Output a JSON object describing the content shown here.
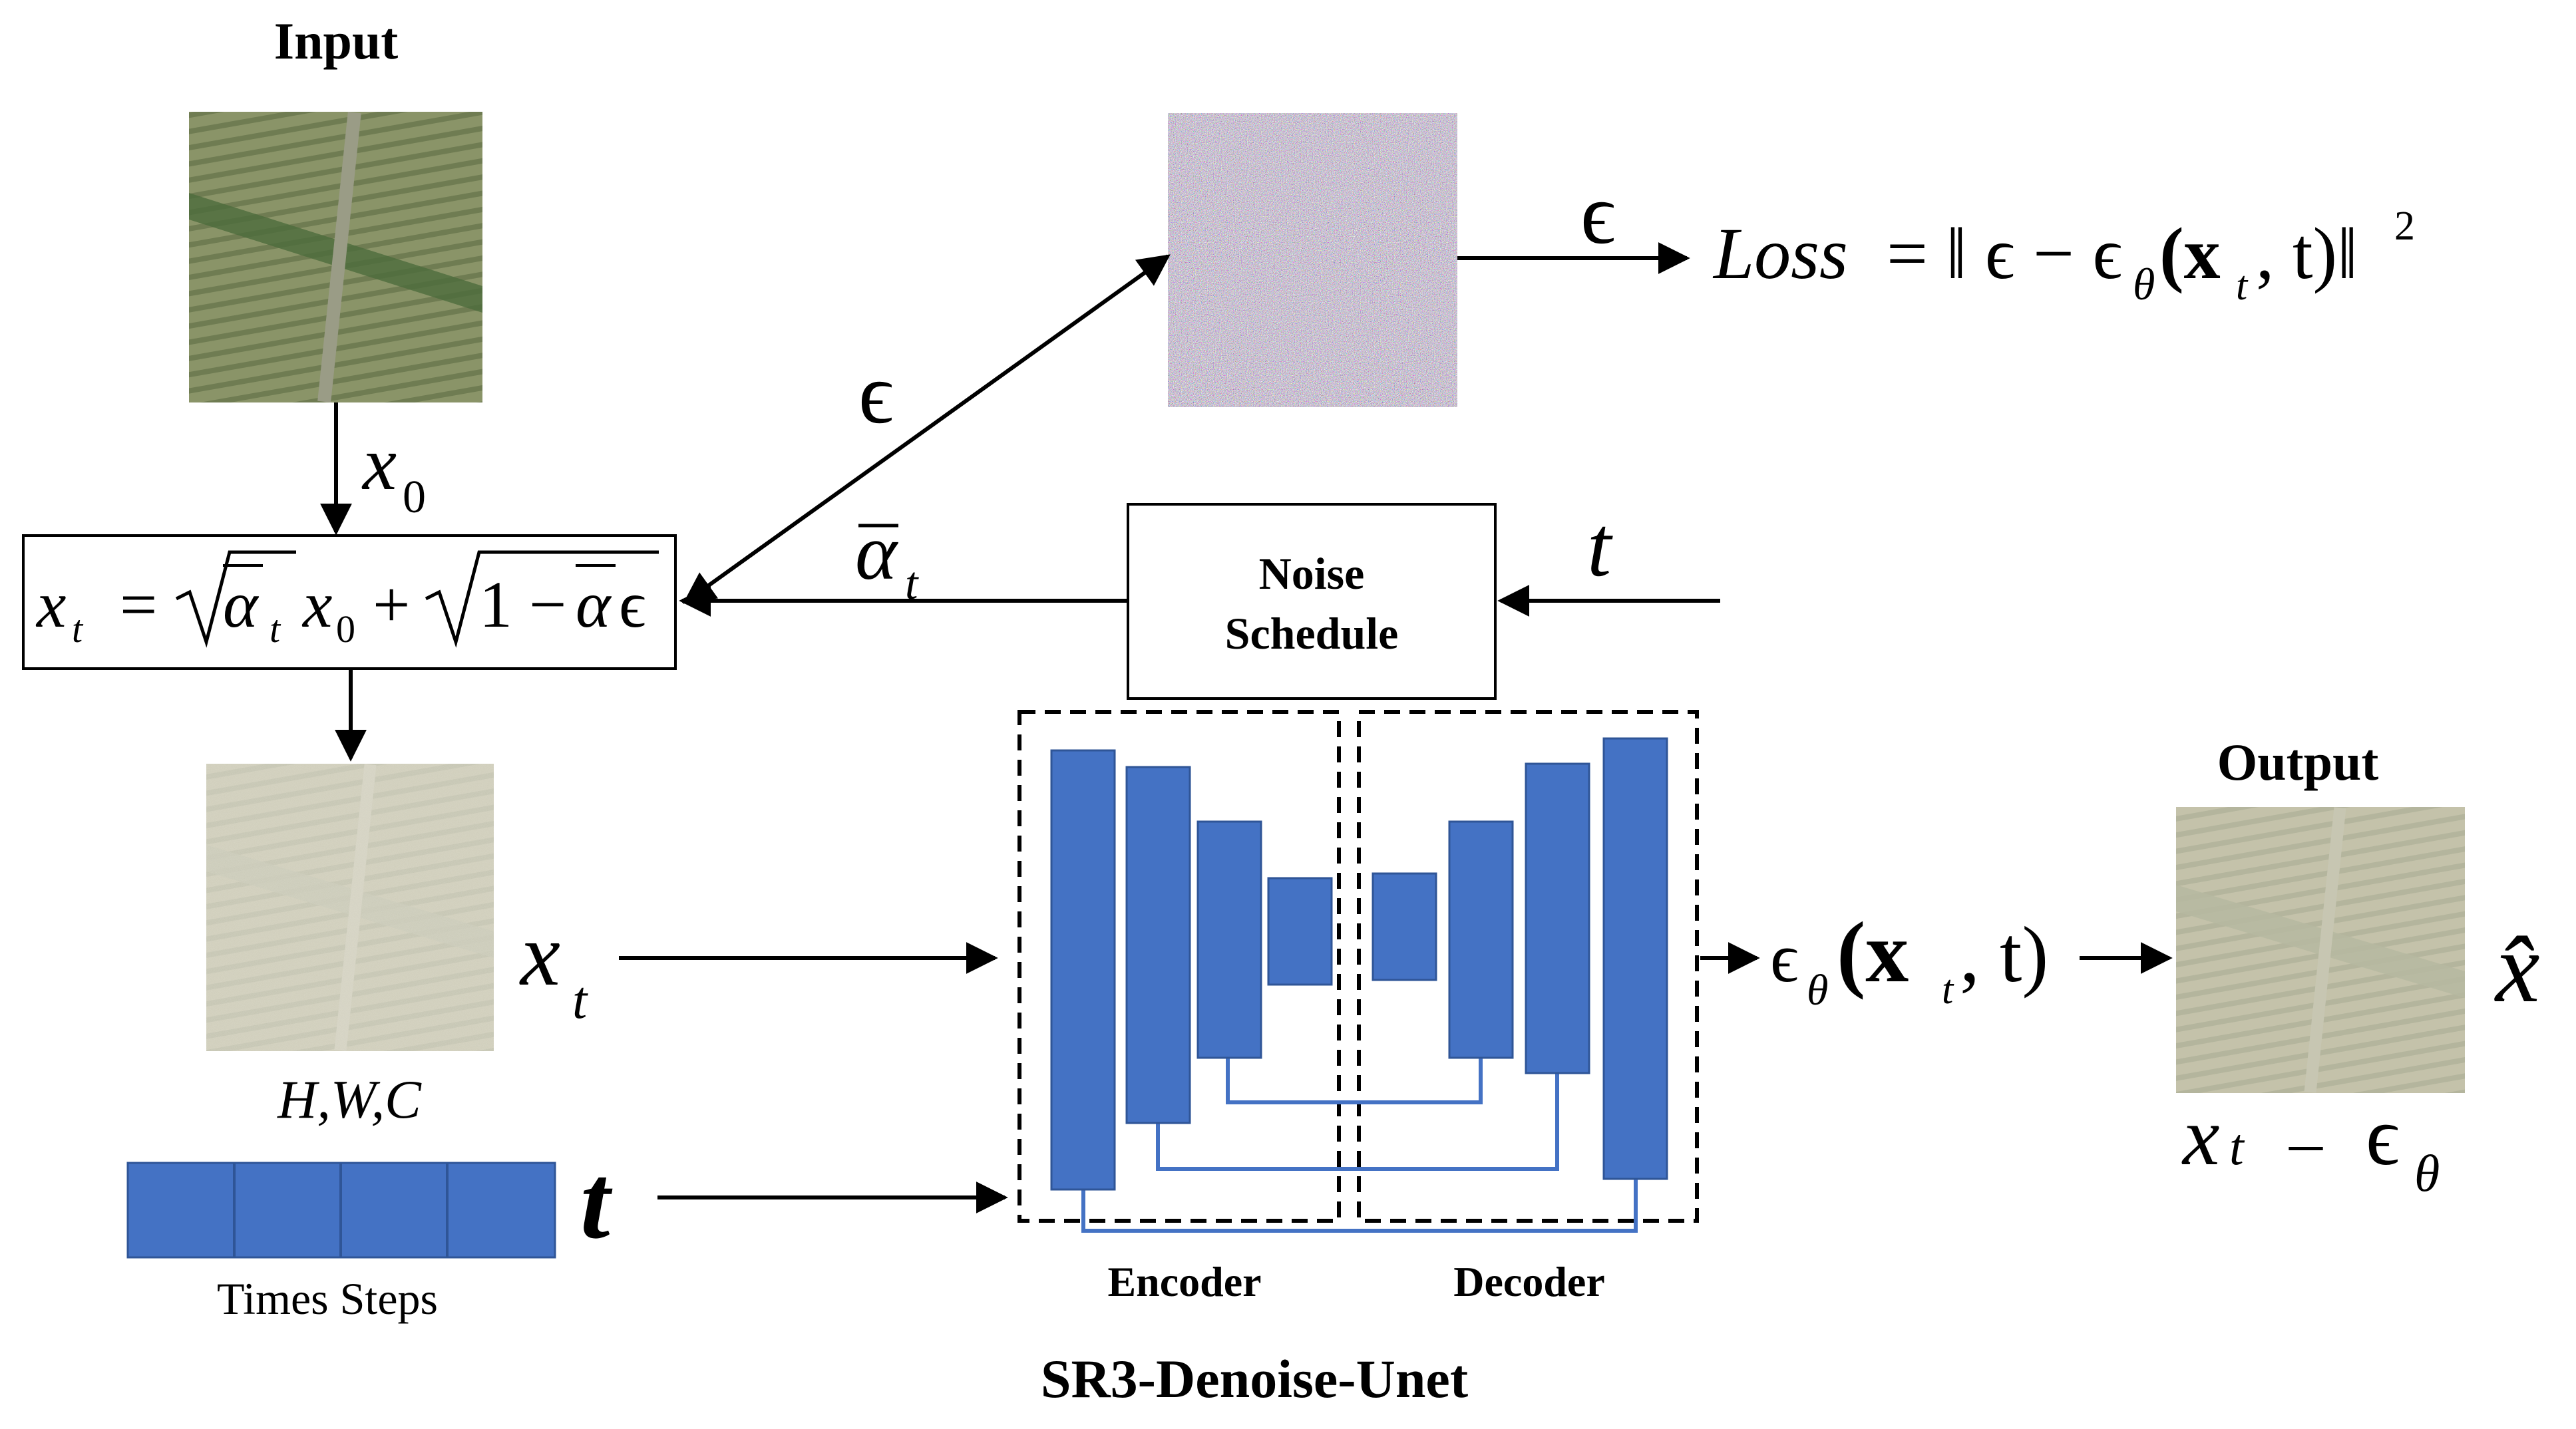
{
  "labels": {
    "input_title": "Input",
    "output_title": "Output",
    "noise_schedule_line1": "Noise",
    "noise_schedule_line2": "Schedule",
    "encoder": "Encoder",
    "decoder": "Decoder",
    "network_title": "SR3-Denoise-Unet",
    "time_steps": "Times Steps",
    "dims": "H,W,C"
  },
  "math": {
    "x0_main": "x",
    "x0_sub": "0",
    "eps_symbol": "ϵ",
    "alpha_main": "α",
    "alpha_sub": "t",
    "t": "t",
    "xt_main": "x",
    "xt_sub": "t",
    "xhat": "x̂",
    "forward_formula_lhs": "x",
    "forward_formula_lhs_sub": "t",
    "forward_formula_eq": "=",
    "forward_formula_one_minus": "1 −",
    "loss_prefix": "Loss",
    "loss_eq": "= ‖ ϵ − ϵ",
    "loss_theta": "θ",
    "loss_args": "(x",
    "loss_args_sub": "t",
    "loss_tail": ", t)‖",
    "loss_sup": "2",
    "eps_theta_main": "ϵ",
    "eps_theta_sub": "θ",
    "eps_theta_args": "(x",
    "eps_theta_args_sub": "t",
    "eps_theta_tail": ", t)",
    "output_expr_x": "x",
    "output_expr_t": "t",
    "output_expr_minus": "–",
    "output_expr_eps": "ϵ",
    "output_expr_theta": "θ"
  },
  "colors": {
    "unet_block": "#4472c4",
    "unet_block_border": "#2f5597",
    "skip_line": "#4472c4",
    "field_green": "#7a8a5a",
    "field_light": "#a9b08a",
    "noisy_bg": "#c9c6b3"
  }
}
